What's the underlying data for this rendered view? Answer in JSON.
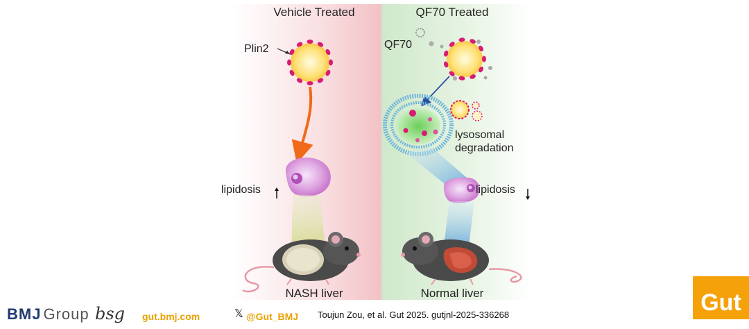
{
  "left_panel": {
    "title": "Vehicle Treated",
    "plin2_label": "Plin2",
    "lipidosis_label": "lipidosis",
    "liver_label": "NASH liver"
  },
  "right_panel": {
    "title": "QF70 Treated",
    "drug_label": "QF70",
    "lysosome_label_line1": "lysosomal",
    "lysosome_label_line2": "degradation",
    "lipidosis_label": "lipidosis",
    "liver_label": "Normal liver"
  },
  "footer": {
    "bmj_brand": "BMJ",
    "bmj_group": "Group",
    "bsg": "bsg",
    "journal_site": "gut.bmj.com",
    "x_symbol": "𝕏",
    "social_handle": "@Gut_BMJ",
    "citation": "Toujun Zou, et al. Gut 2025. gutjnl-2025-336268"
  },
  "badge": {
    "text": "Gut"
  },
  "colors": {
    "left_bg": "#f4c9cc",
    "right_bg": "#d4ecd0",
    "plin2_dot": "#d81b73",
    "arrow_orange": "#f06a1a",
    "lipid_core": "#ffe27a",
    "cell_pink": "#d98bd6",
    "accent_gold": "#f5a20a",
    "bmj_blue": "#1e3a6e"
  }
}
